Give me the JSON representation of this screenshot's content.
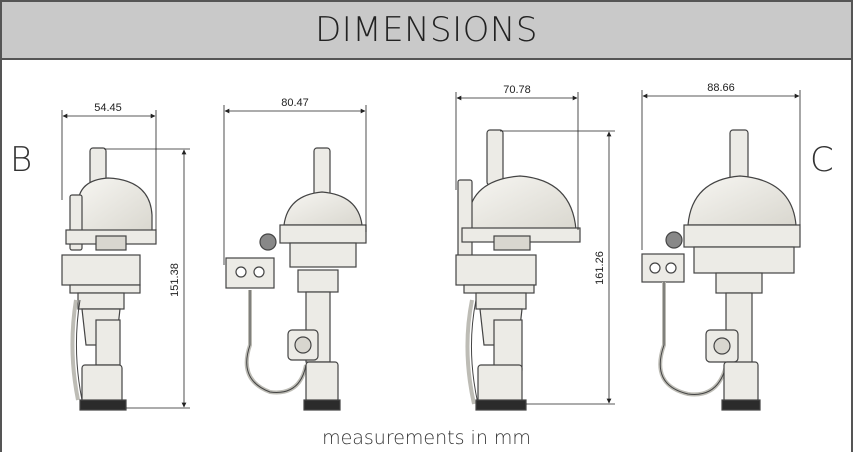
{
  "header": {
    "title": "DIMENSIONS"
  },
  "labels": {
    "left": "B",
    "right": "C"
  },
  "dimensions": {
    "b_front_width": "54.45",
    "b_side_width": "80.47",
    "b_height": "151.38",
    "c_front_width": "70.78",
    "c_side_width": "88.66",
    "c_height": "161.26"
  },
  "footer": {
    "note": "measurements in mm"
  },
  "colors": {
    "header_bg": "#c9c9c9",
    "border": "#555555",
    "part_fill": "#ecebe6",
    "part_stroke": "#444444"
  }
}
